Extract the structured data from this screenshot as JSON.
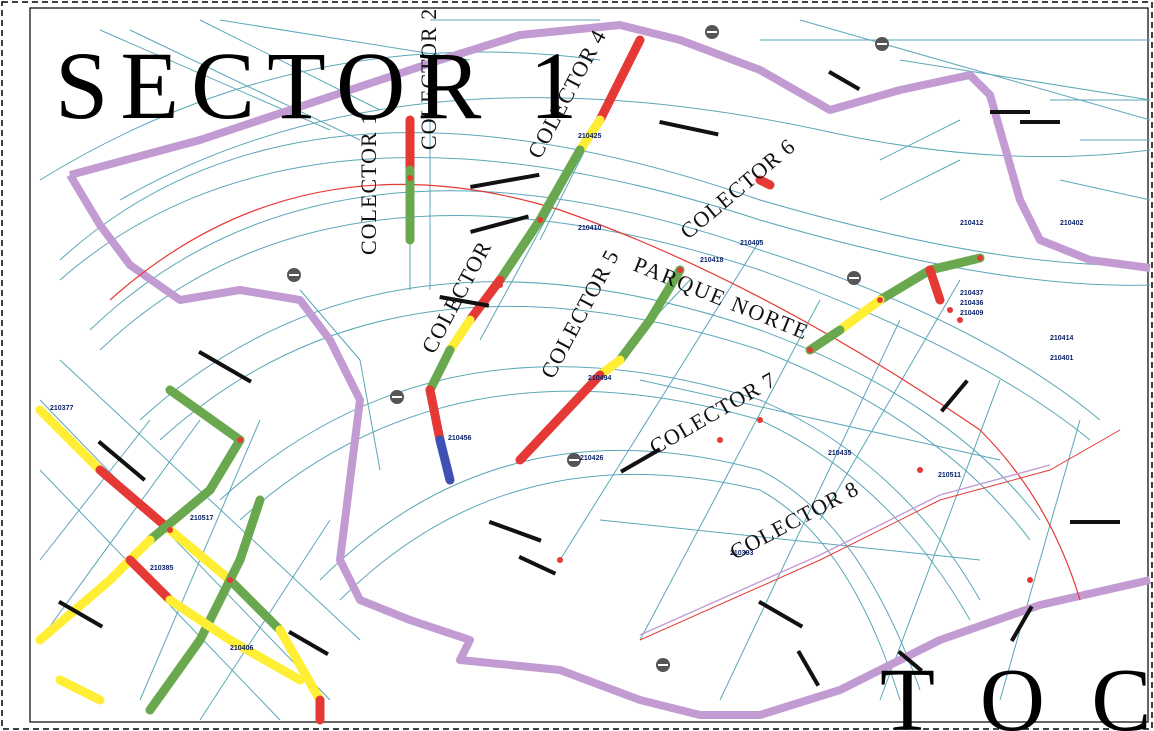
{
  "title": "SECTOR 1",
  "corner_text": "T O C",
  "labels": {
    "colector1": "COLECTOR 1",
    "colector2": "COLECTOR 2",
    "colector4": "COLECTOR 4",
    "colector5": "COLECTOR 5",
    "colector6": "COLECTOR 6",
    "colector7a": "COLECTOR",
    "colector7b": "COLECTOR 7",
    "colector8": "COLECTOR 8",
    "parque": "PARQUE NORTE"
  },
  "node_codes": [
    "210425",
    "210426",
    "210435",
    "210410",
    "210494",
    "210456",
    "210517",
    "210418",
    "210377",
    "210405",
    "210412",
    "210511",
    "210414",
    "210385",
    "210402",
    "210401",
    "210437",
    "210436",
    "210409",
    "210393",
    "210406"
  ],
  "colors": {
    "sector_boundary": "#c39bd3",
    "street_lines": "#5aa7b8",
    "red_segment": "#e53935",
    "green_segment": "#6aa84f",
    "yellow_segment": "#ffee33",
    "blue_segment": "#3f51b5",
    "label_blue": "#0a1f66"
  },
  "icons": {
    "manhole": "manhole-icon"
  }
}
